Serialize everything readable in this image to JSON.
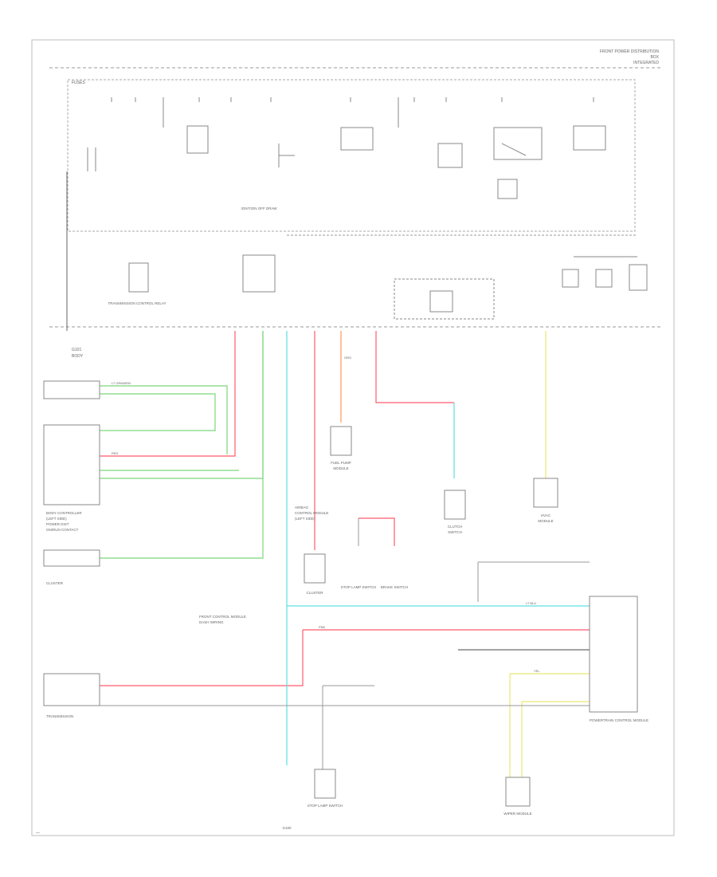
{
  "page": {
    "footer": "—"
  },
  "header": {
    "title_line1": "FRONT POWER DISTRIBUTION",
    "title_line2": "BOX",
    "title_line3": "INTEGRATED"
  },
  "fuse_box": {
    "label": "FUSES"
  },
  "components": {
    "ground_left": "G101",
    "ground_left_sub": "BODY",
    "transmission_control": "TRANSMISSION CONTROL RELAY",
    "ignition_off_draw": "IGNITION OFF DRAW",
    "body_controller_top": "BODY CONTROLLER",
    "body_controller_top2": "(LEFT SIDE)",
    "body_controller_top3": "POWER DIST",
    "body_controller_top4": "ON/RUN CONTACT",
    "cluster_left": "CLUSTER",
    "cluster_mid": "CLUSTER",
    "airbag": "AIRBAG",
    "airbag_sub": "CONTROL MODULE",
    "airbag_sub2": "(LEFT SIDE)",
    "fuel_pump": "FUEL PUMP",
    "fuel_pump_sub": "MODULE",
    "stop_lamp": "STOP LAMP SWITCH",
    "brake_switch": "BRAKE SWITCH",
    "front_control_module": "FRONT CONTROL MODULE",
    "dash_wiring": "DASH WIRING",
    "clutch": "CLUTCH",
    "clutch_sub": "SWITCH",
    "hvac": "HVAC",
    "hvac_sub": "MODULE",
    "right_module": "POWERTRAIN CONTROL MODULE",
    "bottom_left_module": "TRANSMISSION",
    "bottom_mid_module": "STOP LAMP SWITCH",
    "bottom_right_module": "WIPER MODULE",
    "ground_bottom": "G100"
  },
  "wire_colors": {
    "green": "#7ad87a",
    "red": "#ff5a6e",
    "orange": "#ff9a5a",
    "cyan": "#5ee0e0",
    "yellow": "#e8e870",
    "pink": "#ffb0c0",
    "dark": "#444444"
  },
  "circuit_labels": {
    "lt_green": "LT GRN/BRN",
    "red": "RED",
    "lt_blu": "LT BLU",
    "yel": "YEL",
    "org": "ORG",
    "pnk": "PNK"
  }
}
